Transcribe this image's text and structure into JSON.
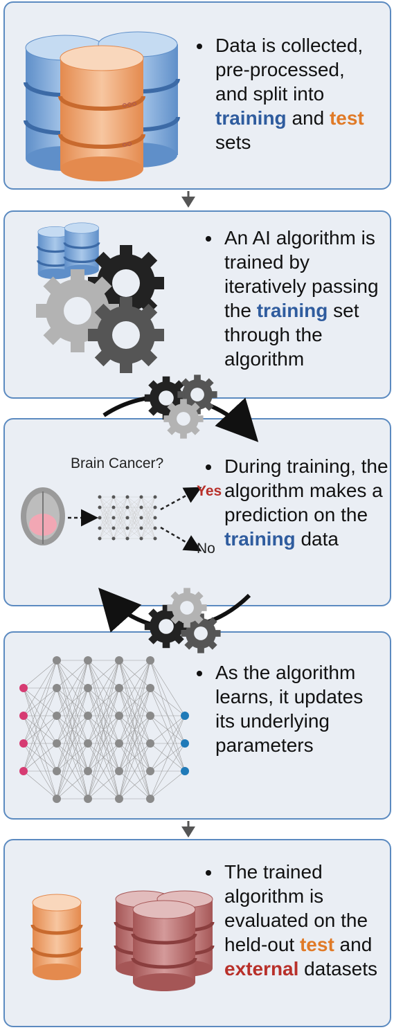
{
  "steps": [
    {
      "pre": "Data is collected,  pre-processed, and split into ",
      "k1": "training",
      "mid": " and ",
      "k2": "test",
      "post": " sets"
    },
    {
      "pre": "An AI algorithm is trained by iteratively passing the ",
      "k1": "training",
      "post": " set through the algorithm"
    },
    {
      "pre": "During training, the algorithm makes a prediction on the ",
      "k1": "training",
      "post": " data"
    },
    {
      "text": "As the algorithm learns, it updates its underlying parameters"
    },
    {
      "pre": "The trained algorithm is evaluated on the held-out ",
      "k1": "test",
      "mid": " and ",
      "k2": "external",
      "post": " datasets"
    }
  ],
  "prediction": {
    "question": "Brain Cancer?",
    "yes": "Yes",
    "no": "No"
  },
  "colors": {
    "border": "#5b8ac0",
    "panel_bg": "#eaeef4",
    "training": "#2f5c9e",
    "test": "#e07a27",
    "external": "#b8302a"
  },
  "icons": [
    "database-icon",
    "gear-icon",
    "brain-icon",
    "neural-network-icon",
    "arrow-down-icon"
  ]
}
